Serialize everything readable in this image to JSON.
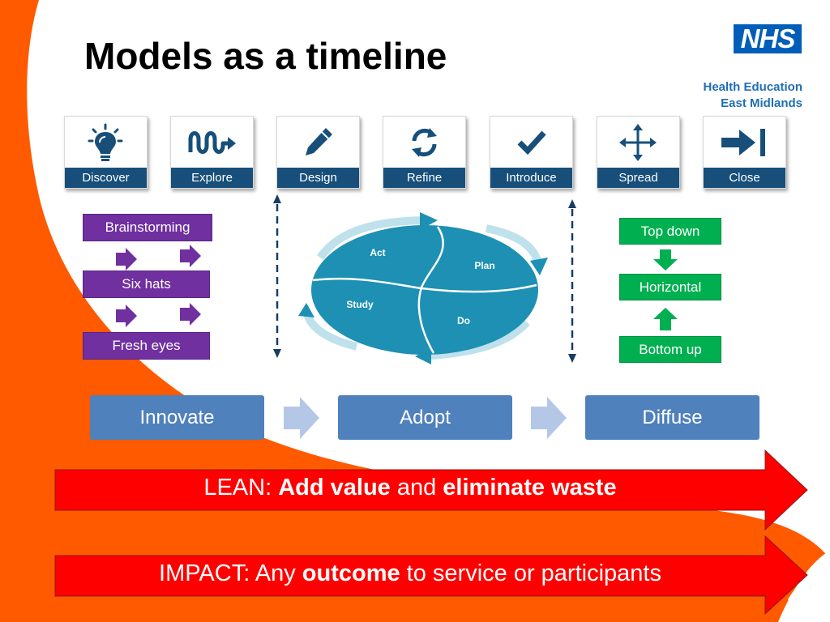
{
  "title": "Models as a timeline",
  "logo": {
    "nhs": "NHS",
    "org_line1": "Health Education",
    "org_line2": "East Midlands"
  },
  "steps": [
    {
      "label": "Discover",
      "icon": "lightbulb-icon"
    },
    {
      "label": "Explore",
      "icon": "wave-arrow-icon"
    },
    {
      "label": "Design",
      "icon": "pencil-icon"
    },
    {
      "label": "Refine",
      "icon": "refresh-icon"
    },
    {
      "label": "Introduce",
      "icon": "checkmark-icon"
    },
    {
      "label": "Spread",
      "icon": "move-arrows-icon"
    },
    {
      "label": "Close",
      "icon": "arrow-to-bar-icon"
    }
  ],
  "innovate_methods": [
    "Brainstorming",
    "Six hats",
    "Fresh eyes"
  ],
  "pdsa": [
    "Act",
    "Plan",
    "Study",
    "Do"
  ],
  "diffuse_methods": [
    "Top down",
    "Horizontal",
    "Bottom up"
  ],
  "phases": [
    "Innovate",
    "Adopt",
    "Diffuse"
  ],
  "lean": {
    "prefix": "LEAN: ",
    "bold1": "Add value",
    "mid": " and ",
    "bold2": "eliminate waste"
  },
  "impact": {
    "prefix": "IMPACT: Any ",
    "bold": "outcome",
    "suffix": " to service or participants"
  },
  "colors": {
    "orange": "#ff5a00",
    "step_band": "#174f7a",
    "purple": "#7030a0",
    "green": "#00b050",
    "phase_blue": "#4f81bd",
    "banner_red": "#ff0000",
    "cycle_blue": "#1d90b4"
  }
}
